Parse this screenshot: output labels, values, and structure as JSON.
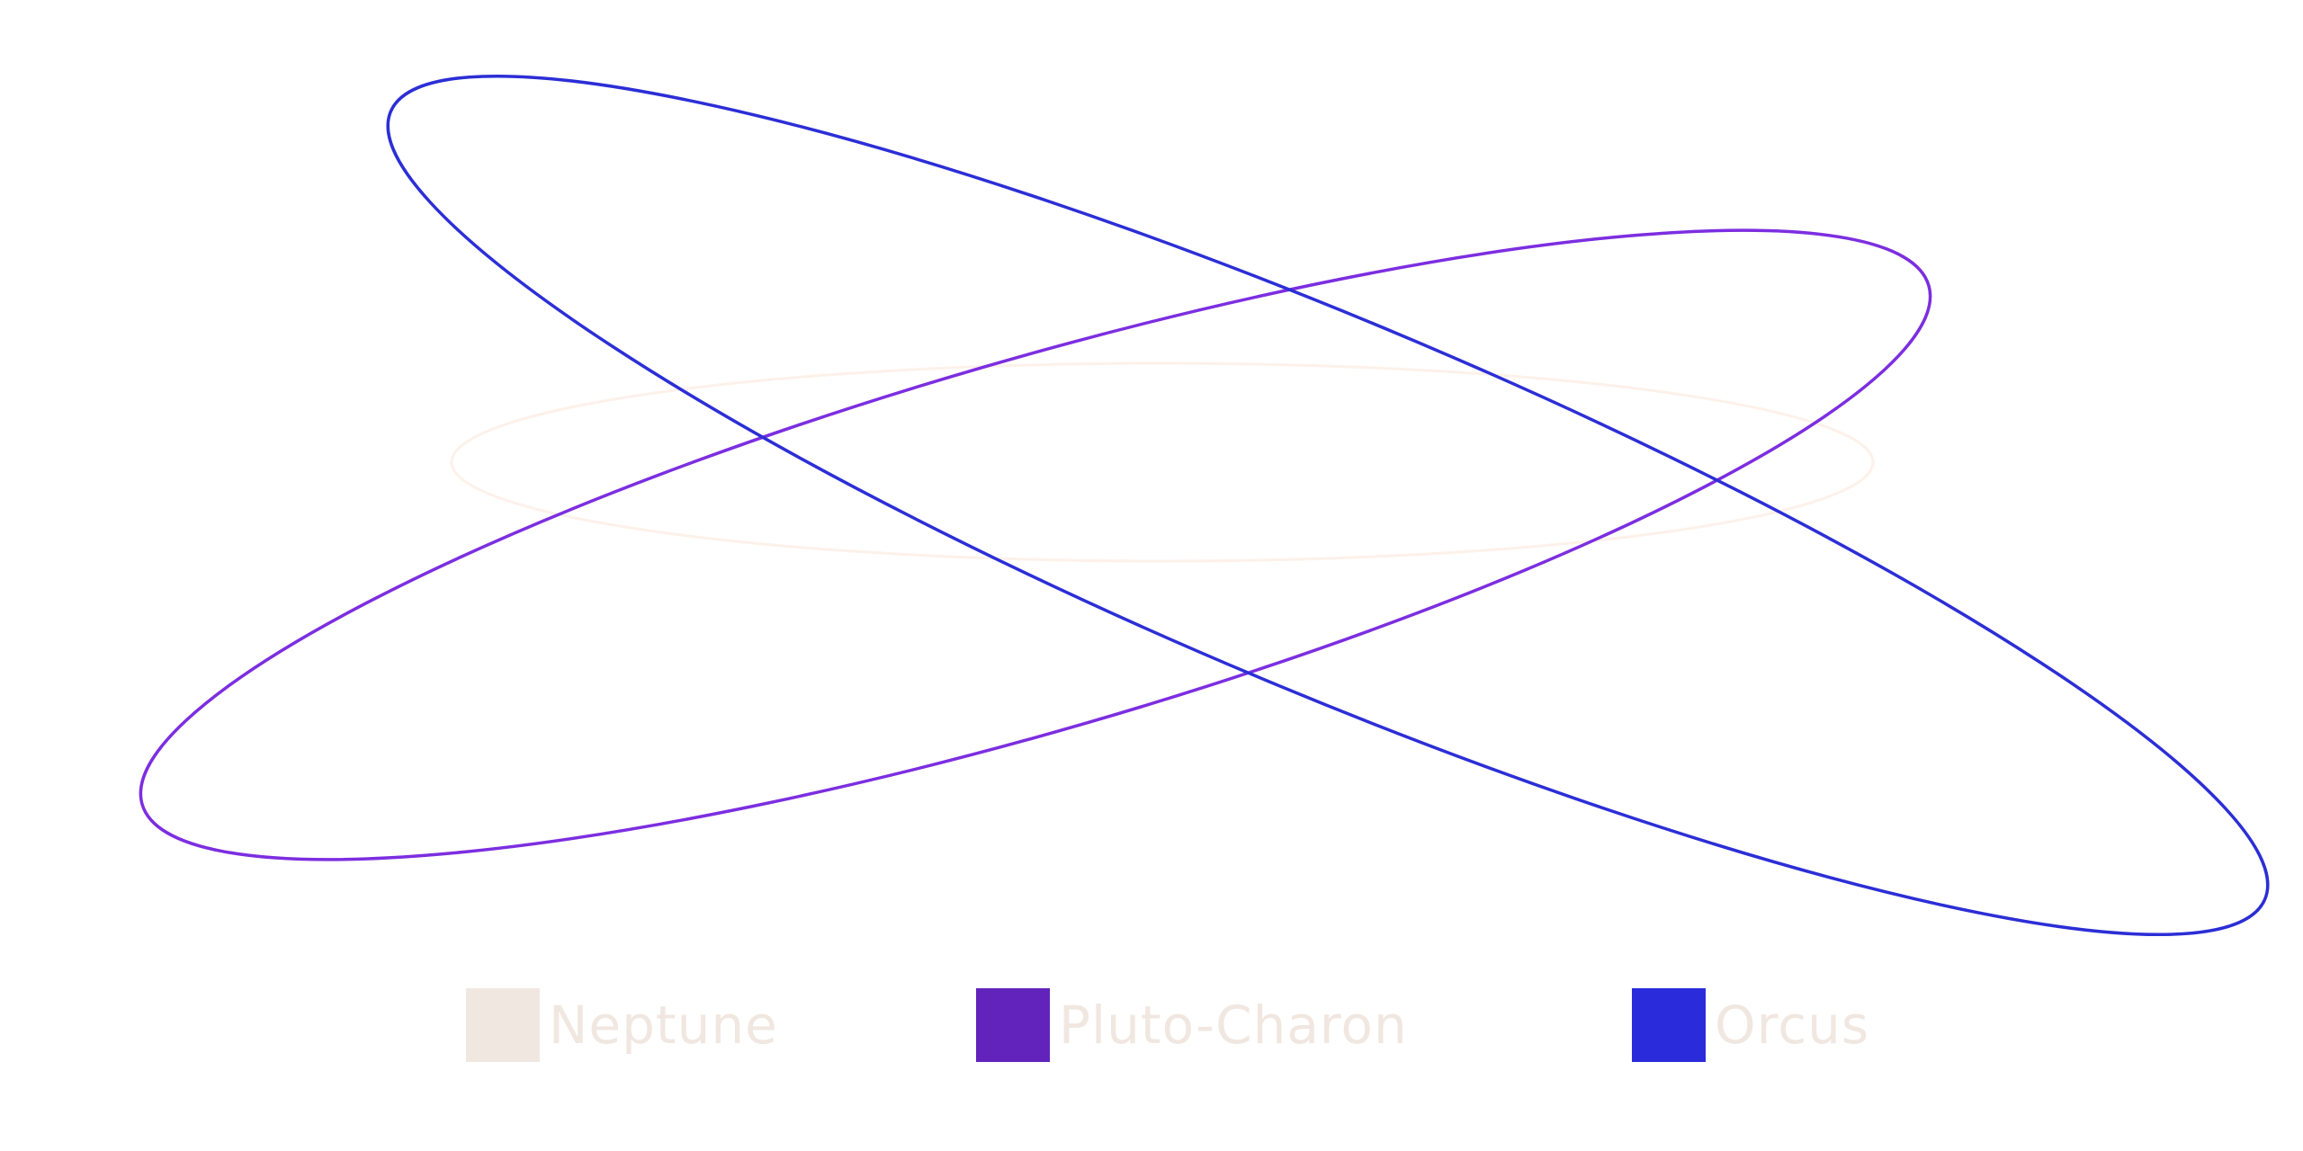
{
  "legend": {
    "items": [
      {
        "id": "neptune",
        "label": "Neptune",
        "color": "#f1e7e1",
        "stroke": "#fdf1ea"
      },
      {
        "id": "pluto",
        "label": "Pluto-Charon",
        "color": "#6222bc",
        "stroke": "#7c2ee0"
      },
      {
        "id": "orcus",
        "label": "Orcus",
        "color": "#2a2cdc",
        "stroke": "#2c2ed6"
      }
    ]
  }
}
